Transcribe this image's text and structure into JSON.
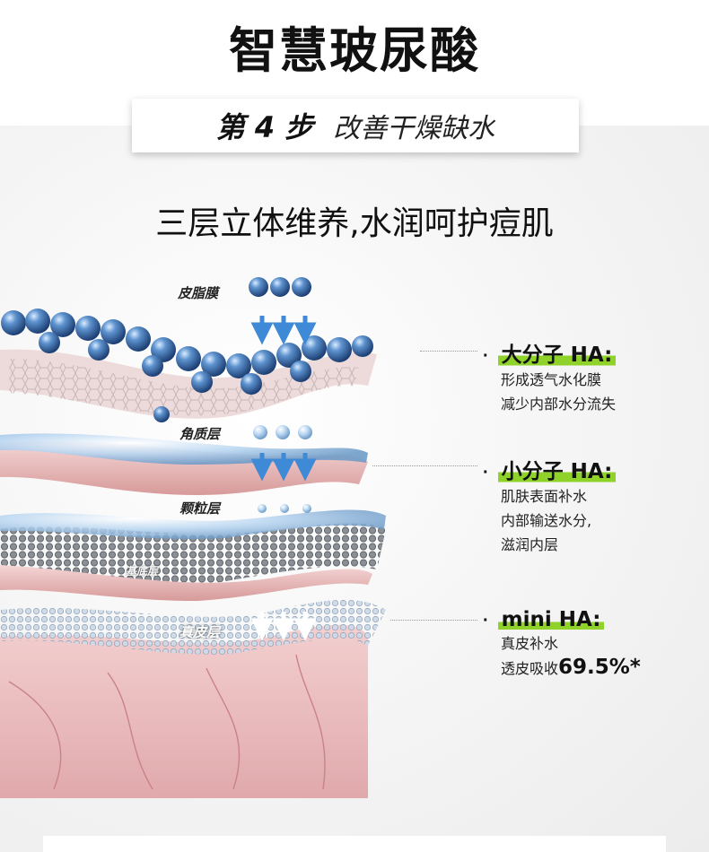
{
  "header": {
    "title": "智慧玻尿酸",
    "step_num": "第 4 步",
    "step_text": "改善干燥缺水"
  },
  "subtitle": "三层立体维养,水润呵护痘肌",
  "layers": {
    "sebum": "皮脂膜",
    "stratum": "角质层",
    "granular": "颗粒层",
    "basal": "基底层",
    "dermis": "真皮层"
  },
  "info": [
    {
      "title": "大分子 HA:",
      "lines": [
        "形成透气水化膜",
        "减少内部水分流失"
      ]
    },
    {
      "title": "小分子 HA:",
      "lines": [
        "肌肤表面补水",
        "内部输送水分,",
        "滋润内层"
      ]
    },
    {
      "title": "mini HA:",
      "lines": [
        "真皮补水",
        "透皮吸收"
      ],
      "percent": "69.5%*"
    }
  ],
  "colors": {
    "highlight": "#8fd32a",
    "bead_blue": "#3a6fb0",
    "skin_pink": "#e9b7b7"
  }
}
